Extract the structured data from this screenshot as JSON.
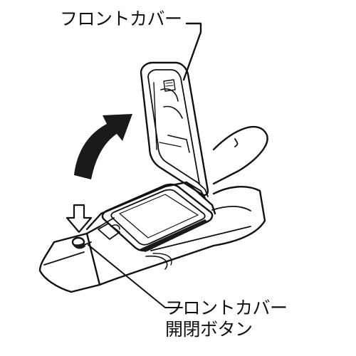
{
  "labels": {
    "front_cover": "フロントカバー",
    "release_button_line1": "フロントカバー",
    "release_button_line2": "開閉ボタン"
  },
  "colors": {
    "ink": "#111111",
    "fill_dark": "#1a1a1a",
    "background": "#ffffff"
  },
  "icons": {
    "rotation_arrow": "curved-up-arrow",
    "press_arrow": "down-arrow"
  }
}
